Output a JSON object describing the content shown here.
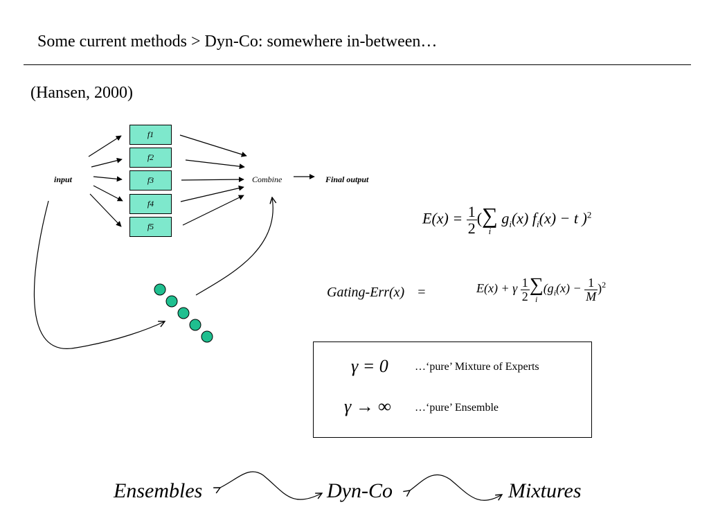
{
  "slide": {
    "title": "Some current methods > Dyn-Co: somewhere in-between…",
    "citation": "(Hansen, 2000)"
  },
  "diagram": {
    "input_label": "input",
    "models": [
      "f1",
      "f2",
      "f3",
      "f4",
      "f5"
    ],
    "combine_label": "Combine",
    "final_output_label": "Final output",
    "gating_node_count": 5,
    "model_box_color": "#7ee8cc",
    "gating_node_color": "#1fbf8f"
  },
  "equations": {
    "error": {
      "lhs": "E(x) =",
      "frac_num": "1",
      "frac_den": "2",
      "open": "(",
      "sum": "∑",
      "sum_index": "i",
      "body": "g",
      "body_sub": "i",
      "body2": "(x) f",
      "body2_sub": "i",
      "body3": "(x) − t )",
      "power": "2"
    },
    "gating": {
      "label": "Gating-Err(x)",
      "equals": "=",
      "lhs": "E(x) + γ",
      "frac_num": "1",
      "frac_den": "2",
      "sum": "∑",
      "sum_index": "i",
      "open": "(g",
      "body_sub": "i",
      "body2": "(x) −",
      "frac2_num": "1",
      "frac2_den": "M",
      "close": ")",
      "power": "2"
    }
  },
  "param_box": {
    "row1_math": "γ = 0",
    "row1_text": "…‘pure’ Mixture of Experts",
    "row2_math": "γ → ∞",
    "row2_text": "…‘pure’ Ensemble"
  },
  "bottom": {
    "left": "Ensembles",
    "middle": "Dyn-Co",
    "right": "Mixtures"
  }
}
